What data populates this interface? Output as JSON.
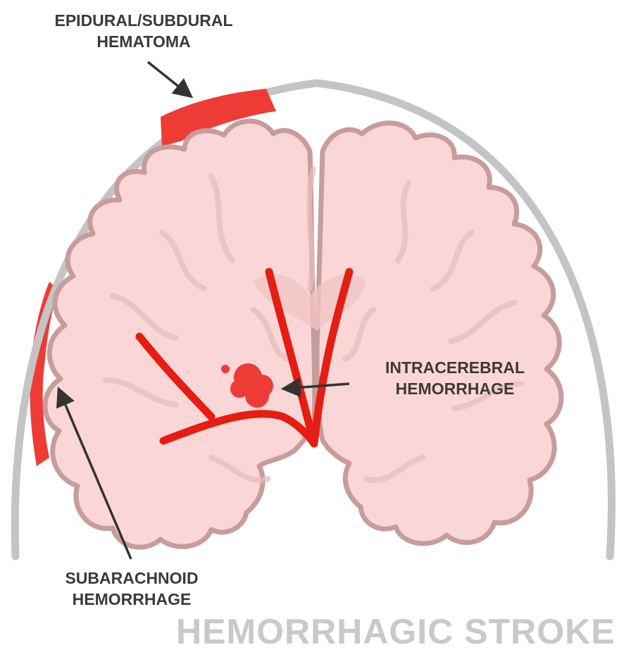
{
  "labels": {
    "epidural": {
      "line1": "EPIDURAL/SUBDURAL",
      "line2": "HEMATOMA"
    },
    "intracerebral": {
      "line1": "INTRACEREBRAL",
      "line2": "HEMORRHAGE"
    },
    "subarachnoid": {
      "line1": "SUBARACHNOID",
      "line2": "HEMORRHAGE"
    }
  },
  "title": "HEMORRHAGIC STROKE",
  "colors": {
    "skull": "#c4c4c4",
    "brain_fill": "#fbd6d6",
    "brain_outline": "#c79c9c",
    "blood": "#ef3b36",
    "vessel": "#e51d12",
    "arrow": "#333333",
    "label_text": "#3a3a3a",
    "title_text": "#c9c9c9"
  }
}
